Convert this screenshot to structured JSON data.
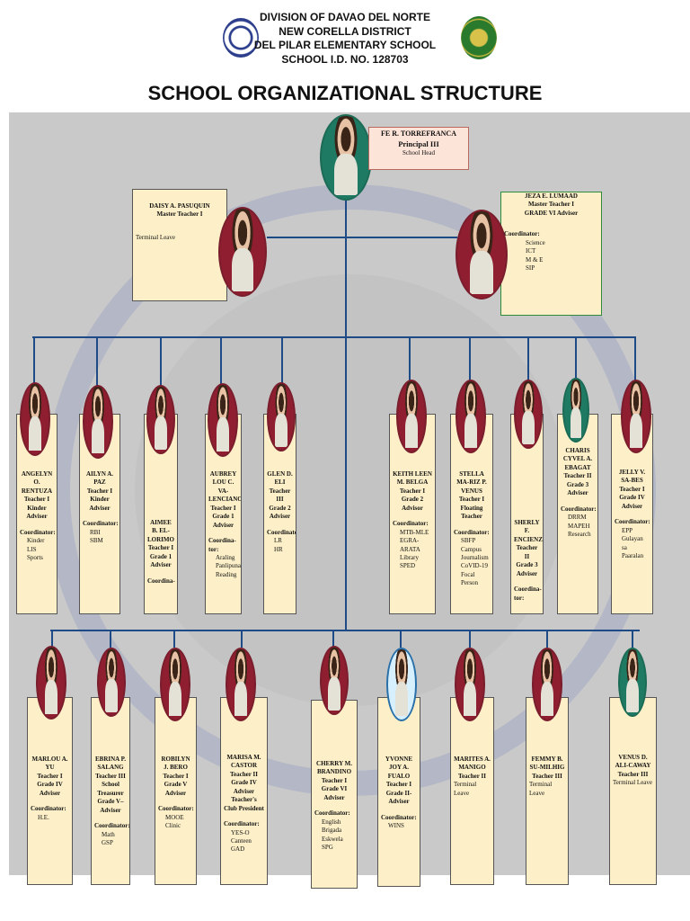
{
  "header": {
    "line1": "DIVISION OF DAVAO DEL NORTE",
    "line2": "NEW CORELLA DISTRICT",
    "line3": "DEL PILAR ELEMENTARY SCHOOL",
    "line4": "SCHOOL I.D. NO. 128703",
    "title": "SCHOOL ORGANIZATIONAL STRUCTURE"
  },
  "head": {
    "name": "FE R. TORREFRANCA",
    "role": "Principal III",
    "sub": "School Head"
  },
  "left_master": {
    "name": "DAISY A. PASUQUIN",
    "role": "Master Teacher I",
    "note": "Terminal Leave"
  },
  "right_master": {
    "name": "JEZA E. LUMAAD",
    "role": "Master Teacher I",
    "role2": "GRADE VI Adviser",
    "coord_h": "Coordinator:",
    "coords": [
      "Science",
      "ICT",
      "M & E",
      "SIP"
    ]
  },
  "row1": [
    {
      "name": "ANGELYN O. RENTUZA",
      "role": "Teacher I",
      "adv": "Kinder Adviser",
      "coord_h": "Coordinator:",
      "coords": [
        "Kinder",
        "LIS",
        "Sports"
      ]
    },
    {
      "name": "AILYN A. PAZ",
      "role": "Teacher I",
      "adv": "Kinder Adviser",
      "coord_h": "Coordinator:",
      "coords": [
        "RBI",
        "SBM"
      ]
    },
    {
      "name": "AIMEE B. EL-LORIMO",
      "role": "Teacher I",
      "adv": "Grade 1 Adviser",
      "coord_h": "Coordina-",
      "coords": []
    },
    {
      "name": "AUBREY LOU C. VA-LENCIANO",
      "role": "Teacher I",
      "adv": "Grade 1 Adviser",
      "coord_h": "Coordina-tor:",
      "coords": [
        "Araling Panlipunan",
        "Reading"
      ]
    },
    {
      "name": "GLEN D. ELI",
      "role": "Teacher III",
      "adv": "Grade 2 Adviser",
      "coord_h": "Coordinator:",
      "coords": [
        "LR",
        "HR"
      ]
    },
    {
      "name": "KEITH LEEN M. BELGA",
      "role": "Teacher I",
      "adv": "Grade 2 Advisor",
      "coord_h": "Coordinator:",
      "coords": [
        "MTB-MLE",
        "EGRA-ARATA",
        "Library",
        "SPED"
      ]
    },
    {
      "name": "STELLA MA-RIZ P. VENUS",
      "role": "Teacher I",
      "adv": "Floating Teacher",
      "coord_h": "Coordinator:",
      "coords": [
        "SBFP",
        "Campus Journalism",
        "CoVID-19 Focal Person"
      ]
    },
    {
      "name": "SHERLY F. ENCIENZO",
      "role": "Teacher II",
      "adv": "Grade 3 Adviser",
      "coord_h": "Coordina-tor:",
      "coords": []
    },
    {
      "name": "CHARIS CYVEL A. EBAGAT",
      "role": "Teacher II",
      "adv": "Grade 3 Adviser",
      "coord_h": "Coordinator:",
      "coords": [
        "DRRM",
        "MAPEH",
        "Research"
      ]
    },
    {
      "name": "JELLY V. SA-BES",
      "role": "Teacher I",
      "adv": "Grade IV Adviser",
      "coord_h": "Coordinator:",
      "coords": [
        "EPP",
        "Gulayan sa Paaralan"
      ]
    }
  ],
  "row2": [
    {
      "name": "MARLOU A. YU",
      "role": "Teacher I",
      "adv": "Grade IV Adviser",
      "coord_h": "Coordinator:",
      "coords": [
        "H.E."
      ]
    },
    {
      "name": "EBRINA P. SALANG",
      "role": "Teacher III",
      "adv": "School Treasurer",
      "adv2": "Grade V– Adviser",
      "coord_h": "Coordinator:",
      "coords": [
        "Math",
        "GSP"
      ]
    },
    {
      "name": "ROBILYN J. BERO",
      "role": "Teacher I",
      "adv": "Grade V Adviser",
      "coord_h": "Coordinator:",
      "coords": [
        "MOOE",
        "Clinic"
      ]
    },
    {
      "name": "MARISA M. CASTOR",
      "role": "Teacher II",
      "adv": "Grade IV Adviser",
      "adv2": "Teacher's Club President",
      "coord_h": "Coordinator:",
      "coords": [
        "YES-O",
        "Canteen",
        "GAD"
      ]
    },
    {
      "name": "CHERRY M. BRANDINO",
      "role": "Teacher I",
      "adv": "Grade VI Adviser",
      "coord_h": "Coordinator:",
      "coords": [
        "English",
        "Brigada Eskwela",
        "SPG"
      ]
    },
    {
      "name": "YVONNE JOY A. FUALO",
      "role": "Teacher I",
      "adv": "Grade II-Adviser",
      "coord_h": "Coordinator:",
      "coords": [
        "WINS"
      ]
    },
    {
      "name": "MARITES A. MANIGO",
      "role": "Teacher II",
      "adv": "Terminal Leave",
      "coord_h": "",
      "coords": []
    },
    {
      "name": "FEMMY B. SU-MILHIG",
      "role": "Teacher III",
      "adv": "Terminal Leave",
      "coord_h": "",
      "coords": []
    },
    {
      "name": "VENUS D. ALI-CAWAY",
      "role": "Teacher III",
      "adv": "Terminal Leave",
      "coord_h": "",
      "coords": []
    }
  ]
}
